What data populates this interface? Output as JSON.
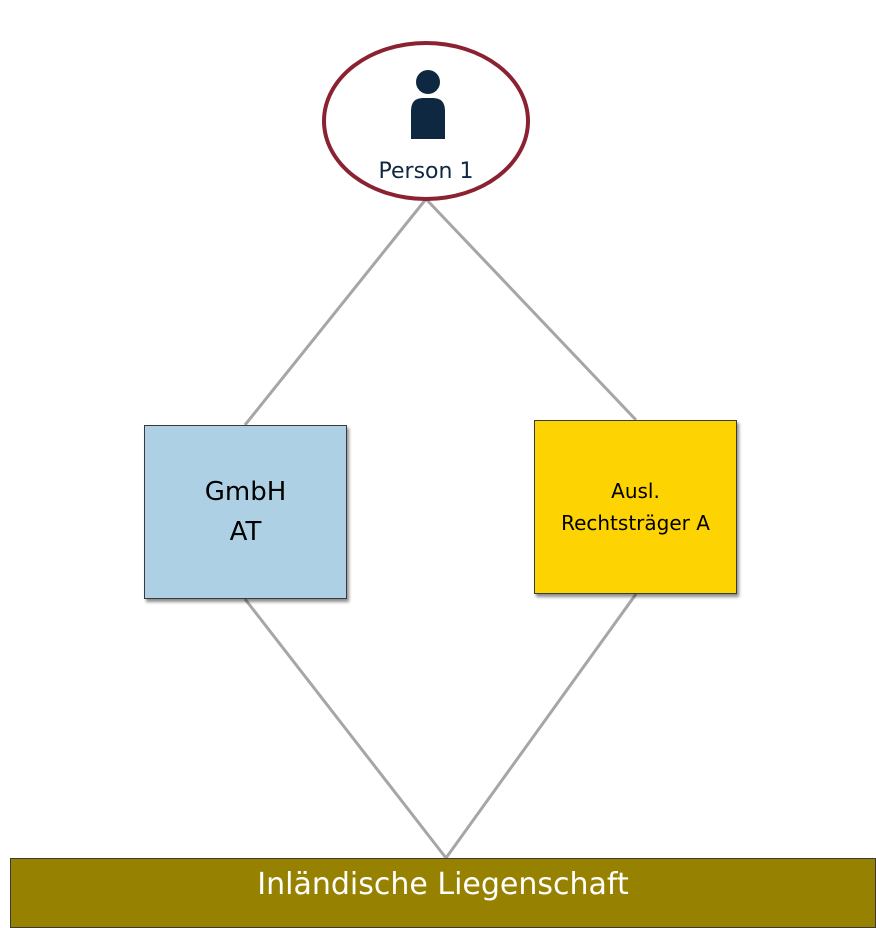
{
  "diagram": {
    "person": {
      "label": "Person 1",
      "icon": "person-icon",
      "border_color": "#8b2232",
      "icon_color": "#0e2841"
    },
    "gmbh": {
      "line1": "GmbH",
      "line2": "AT",
      "fill_color": "#aed0e5"
    },
    "auslaendischer_rechtstraeger": {
      "line1": "Ausl.",
      "line2": "Rechtsträger A",
      "fill_color": "#fdd401"
    },
    "property": {
      "label": "Inländische Liegenschaft",
      "fill_color": "#978100"
    },
    "connector_color": "#a6a6a6"
  }
}
